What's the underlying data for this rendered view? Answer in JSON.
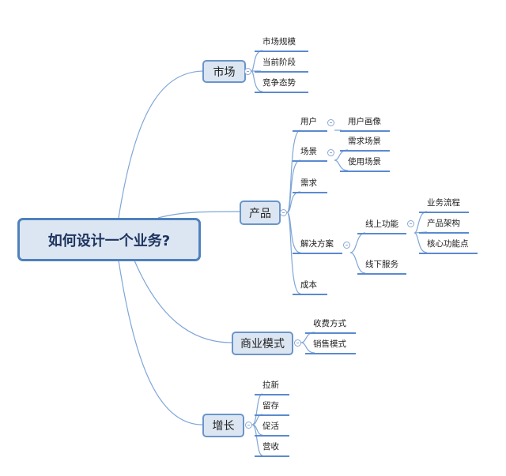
{
  "root": "如何设计一个业务?",
  "market": {
    "label": "市场",
    "children": [
      "市场规模",
      "当前阶段",
      "竞争态势"
    ]
  },
  "product": {
    "label": "产品",
    "user": "用户",
    "user_children": [
      "用户画像"
    ],
    "scene": "场景",
    "scene_children": [
      "需求场景",
      "使用场景"
    ],
    "demand": "需求",
    "solution": "解决方案",
    "online": "线上功能",
    "online_children": [
      "业务流程",
      "产品架构",
      "核心功能点"
    ],
    "offline": "线下服务",
    "cost": "成本"
  },
  "business": {
    "label": "商业模式",
    "children": [
      "收费方式",
      "销售模式"
    ]
  },
  "growth": {
    "label": "增长",
    "children": [
      "拉新",
      "留存",
      "促活",
      "营收"
    ]
  }
}
